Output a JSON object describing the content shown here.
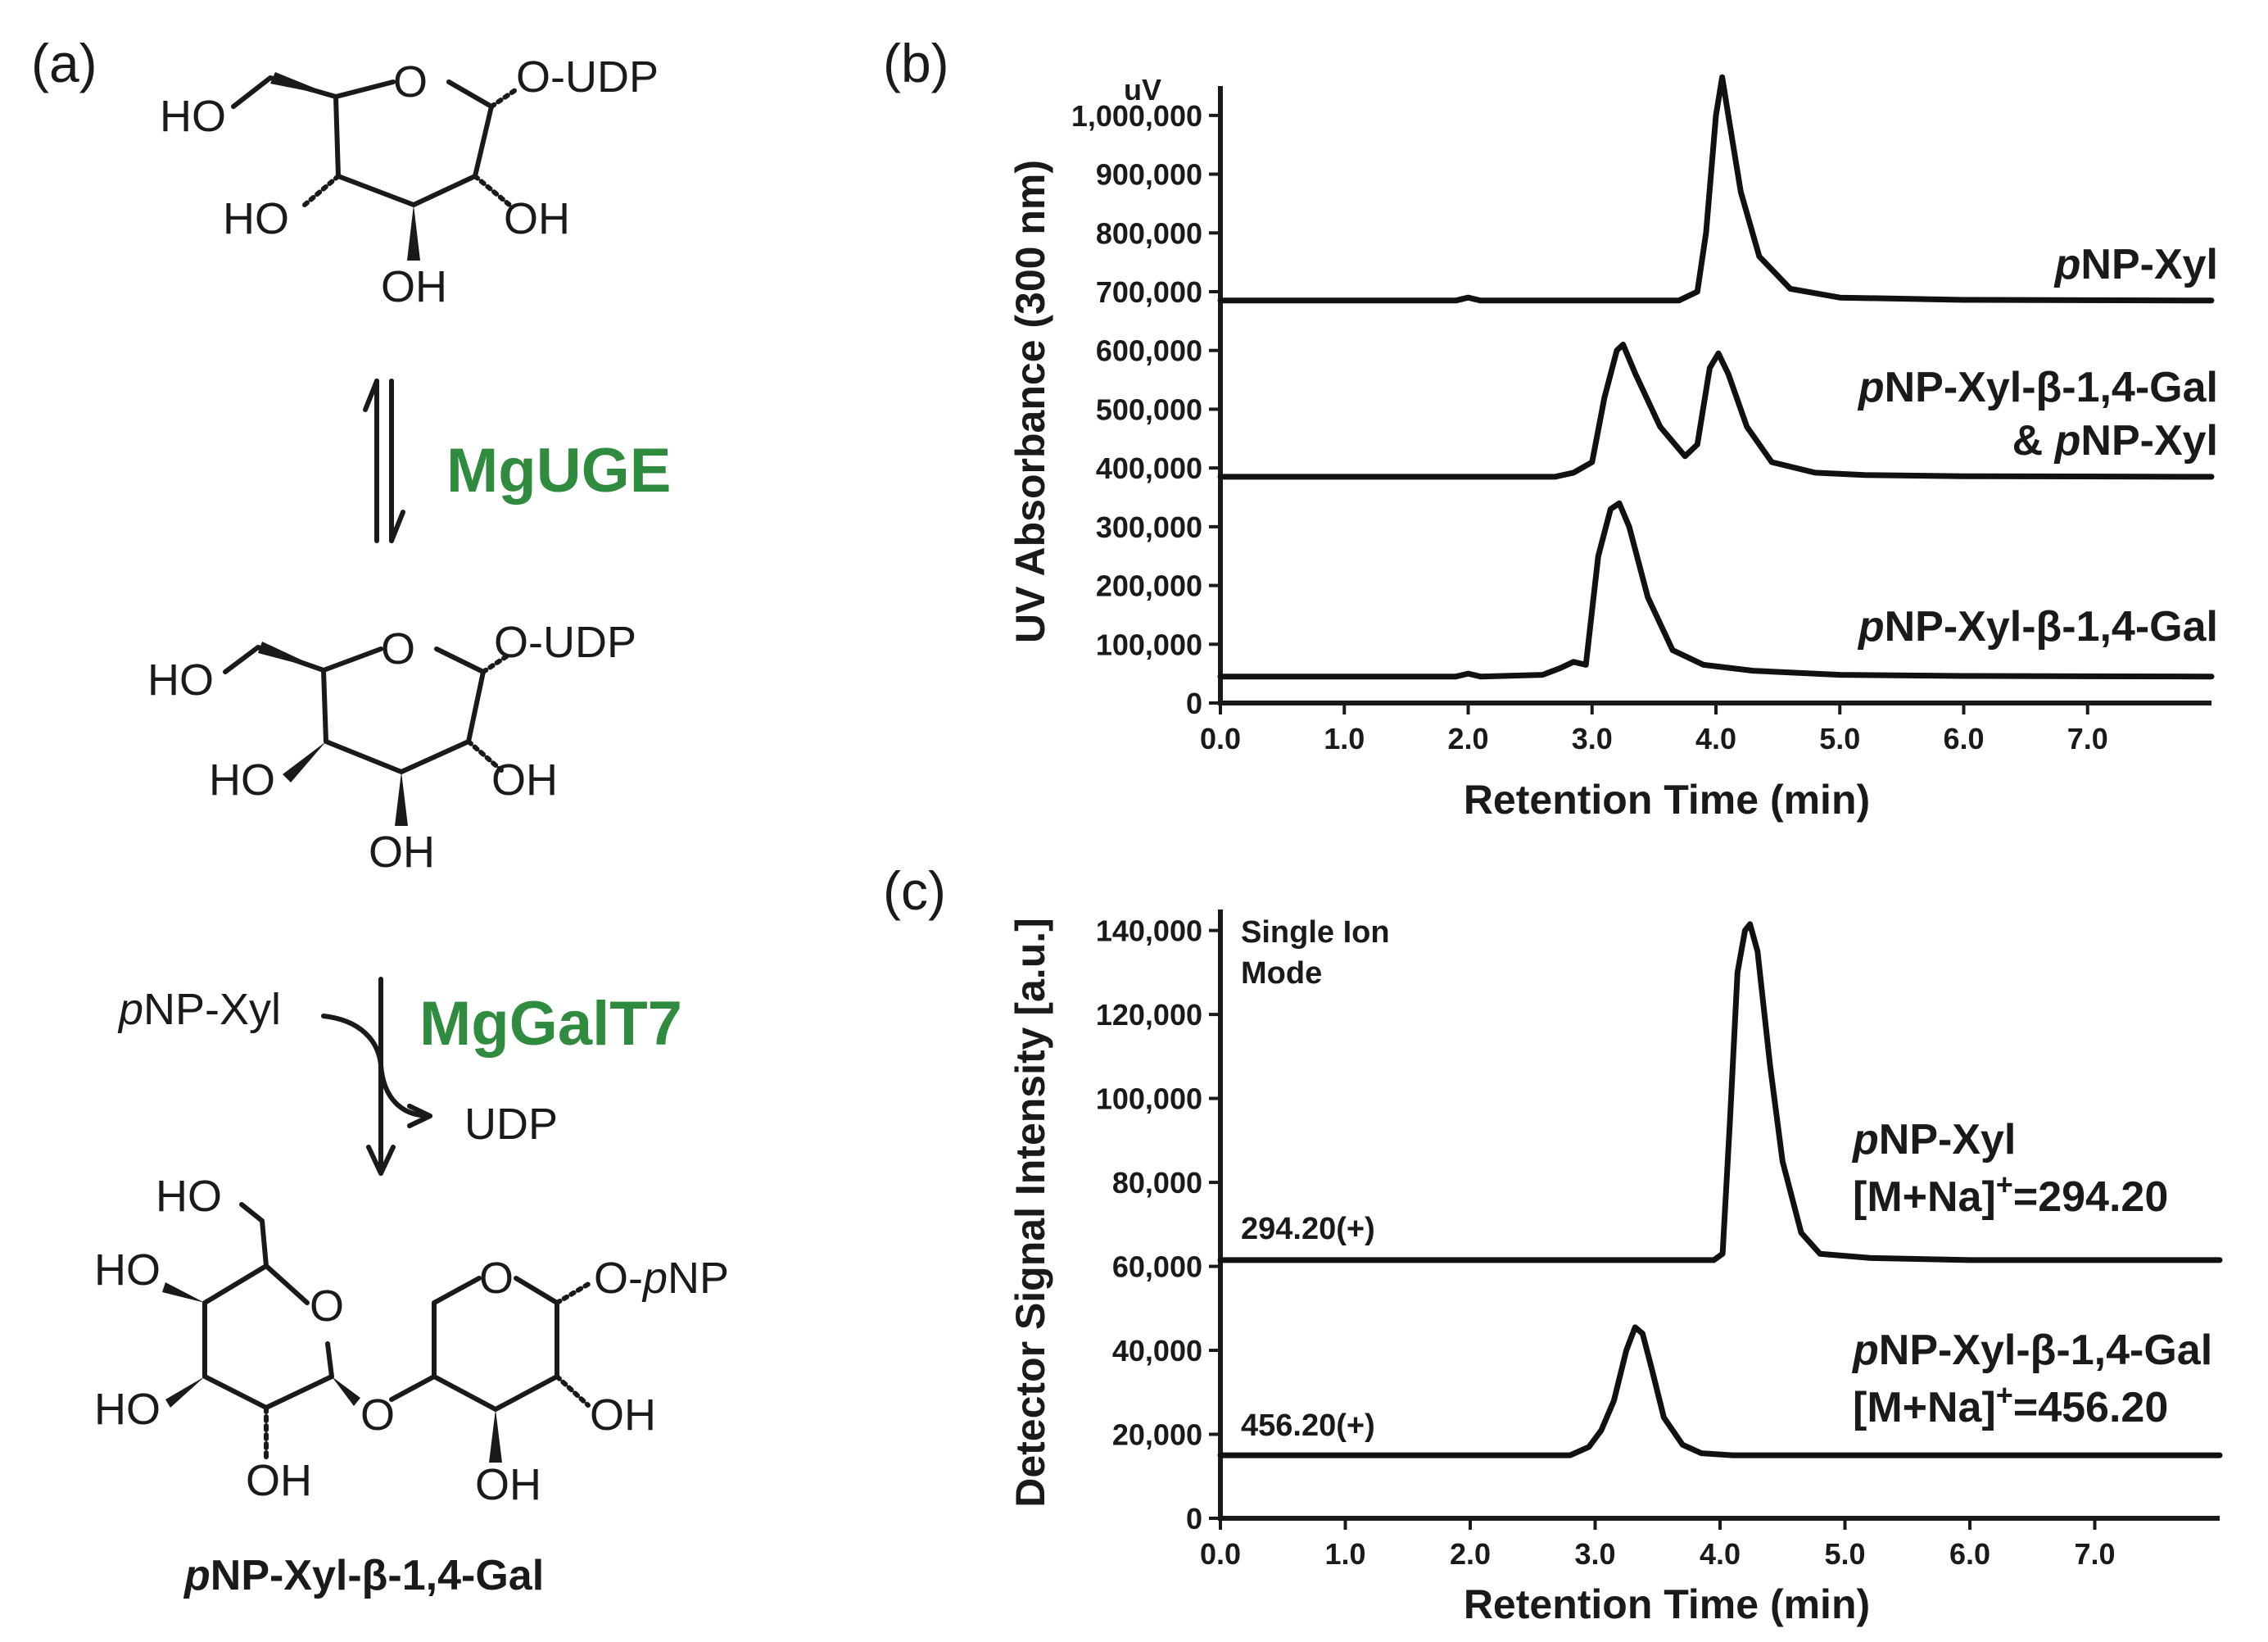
{
  "panels": {
    "a": "(a)",
    "b": "(b)",
    "c": "(c)"
  },
  "scheme": {
    "udp_glc_label": "O-UDP",
    "udp_gal_label": "O-UDP",
    "enzyme1": "MgUGE",
    "enzyme2": "MgGalT7",
    "substrate_prefix": "p",
    "substrate_rest": "NP-Xyl",
    "byproduct": "UDP",
    "product_o_label": "O-",
    "product_pnp_italic": "p",
    "product_pnp_rest": "NP",
    "product_name_italic": "p",
    "product_name_rest": "NP-Xyl-β-1,4-Gal",
    "ho": "HO",
    "oh": "OH",
    "o": "O"
  },
  "chart_data": [
    {
      "id": "b",
      "type": "line",
      "xlabel": "Retention Time (min)",
      "ylabel": "UV Absorbance (300 nm)",
      "yunit": "uV",
      "xlim": [
        0,
        8
      ],
      "ylim": [
        0,
        1050000
      ],
      "xticks": [
        "0.0",
        "1.0",
        "2.0",
        "3.0",
        "4.0",
        "5.0",
        "6.0",
        "7.0"
      ],
      "yticks": [
        "0",
        "100,000",
        "200,000",
        "300,000",
        "400,000",
        "500,000",
        "600,000",
        "700,000",
        "800,000",
        "900,000",
        "1,000,000"
      ],
      "series": [
        {
          "label_italic": "p",
          "label_rest": "NP-Xyl",
          "x": [
            0,
            1.9,
            2.0,
            2.1,
            3.7,
            3.85,
            3.92,
            4.0,
            4.05,
            4.1,
            4.2,
            4.35,
            4.6,
            5.0,
            6.0,
            8.0
          ],
          "y": [
            685000,
            685000,
            690000,
            685000,
            685000,
            700000,
            800000,
            1000000,
            1065000,
            1000000,
            870000,
            760000,
            705000,
            690000,
            686000,
            685000
          ]
        },
        {
          "label_italic": "p",
          "label_rest": "NP-Xyl-β-1,4-Gal",
          "label2_prefix": "& ",
          "label2_italic": "p",
          "label2_rest": "NP-Xyl",
          "x": [
            0,
            2.7,
            2.85,
            3.0,
            3.1,
            3.2,
            3.25,
            3.35,
            3.55,
            3.75,
            3.85,
            3.95,
            4.02,
            4.1,
            4.25,
            4.45,
            4.8,
            5.2,
            6.0,
            8.0
          ],
          "y": [
            385000,
            385000,
            392000,
            410000,
            520000,
            600000,
            610000,
            560000,
            470000,
            420000,
            440000,
            570000,
            595000,
            560000,
            470000,
            410000,
            392000,
            388000,
            386000,
            385000
          ]
        },
        {
          "label_italic": "p",
          "label_rest": "NP-Xyl-β-1,4-Gal",
          "x": [
            0,
            1.9,
            2.0,
            2.1,
            2.6,
            2.75,
            2.85,
            2.95,
            3.05,
            3.15,
            3.22,
            3.3,
            3.45,
            3.65,
            3.9,
            4.3,
            5.0,
            6.0,
            8.0
          ],
          "y": [
            45000,
            45000,
            50000,
            45000,
            48000,
            60000,
            70000,
            65000,
            250000,
            330000,
            340000,
            300000,
            180000,
            90000,
            65000,
            55000,
            48000,
            46000,
            45000
          ]
        }
      ]
    },
    {
      "id": "c",
      "type": "line",
      "xlabel": "Retention Time (min)",
      "ylabel": "Detector Signal Intensity [a.u.]",
      "annotation": "Single Ion\nMode",
      "xlim": [
        0,
        8
      ],
      "ylim": [
        0,
        145000
      ],
      "xticks": [
        "0.0",
        "1.0",
        "2.0",
        "3.0",
        "4.0",
        "5.0",
        "6.0",
        "7.0"
      ],
      "yticks": [
        "0",
        "20,000",
        "40,000",
        "60,000",
        "80,000",
        "100,000",
        "120,000",
        "140,000"
      ],
      "series": [
        {
          "trace_label": "294.20(+)",
          "label_italic": "p",
          "label_rest": "NP-Xyl",
          "label2": "[M+Na]",
          "label2_sup": "+",
          "label2_rest": "=294.20",
          "x": [
            0,
            3.95,
            4.02,
            4.08,
            4.14,
            4.2,
            4.24,
            4.3,
            4.4,
            4.5,
            4.65,
            4.8,
            5.2,
            6.0,
            8.0
          ],
          "y": [
            61500,
            61500,
            63000,
            95000,
            130000,
            140000,
            141500,
            135000,
            108000,
            85000,
            68000,
            63000,
            62000,
            61500,
            61500
          ]
        },
        {
          "trace_label": "456.20(+)",
          "label_italic": "p",
          "label_rest": "NP-Xyl-β-1,4-Gal",
          "label2": "[M+Na]",
          "label2_sup": "+",
          "label2_rest": "=456.20",
          "x": [
            0,
            2.8,
            2.95,
            3.05,
            3.15,
            3.25,
            3.32,
            3.38,
            3.45,
            3.55,
            3.7,
            3.85,
            4.1,
            5.0,
            8.0
          ],
          "y": [
            15000,
            15000,
            17000,
            21000,
            28000,
            40000,
            45500,
            44000,
            36000,
            24000,
            17500,
            15500,
            15000,
            15000,
            15000
          ]
        }
      ]
    }
  ]
}
